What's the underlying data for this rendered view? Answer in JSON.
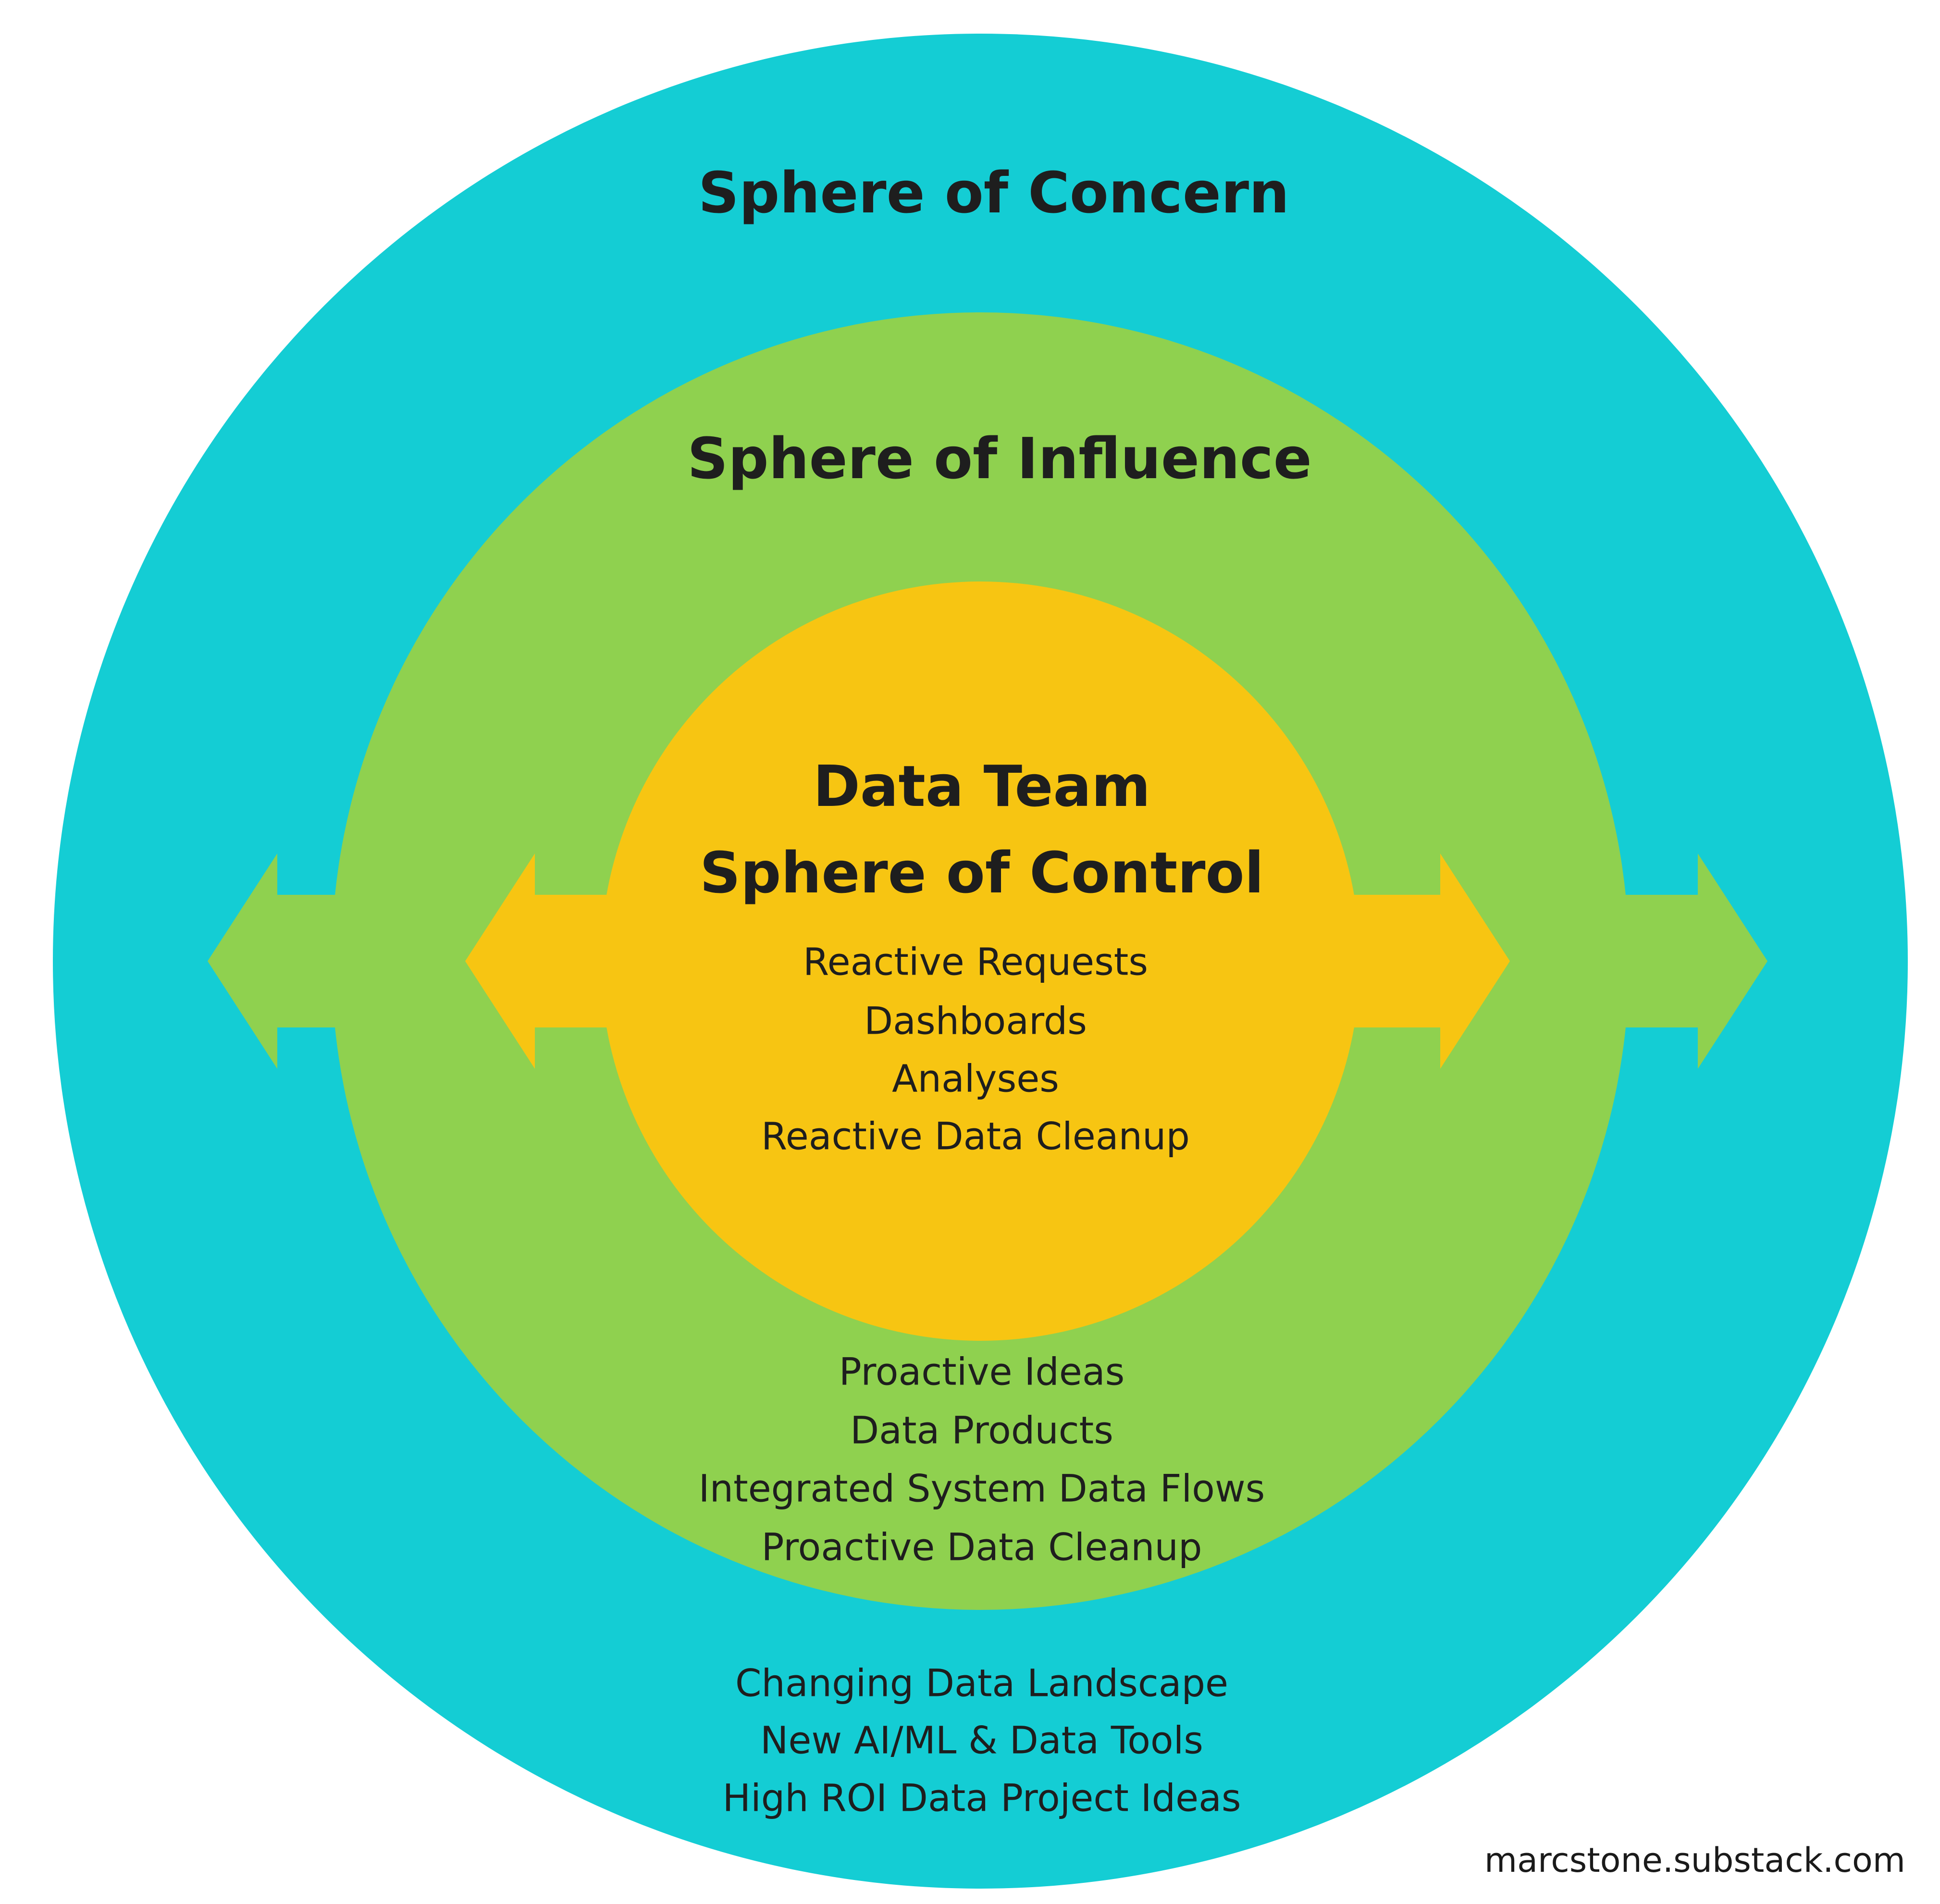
{
  "colors": {
    "concern": "#14cdd4",
    "influence": "#8fd14f",
    "control": "#f7c512",
    "text": "#1e1e1e",
    "background": "#ffffff"
  },
  "concern": {
    "title": "Sphere of Concern",
    "items": [
      "Changing Data Landscape",
      "New AI/ML & Data Tools",
      "High ROI Data Project Ideas"
    ]
  },
  "influence": {
    "title": "Sphere of Influence",
    "items": [
      "Proactive Ideas",
      "Data Products",
      "Integrated System Data Flows",
      "Proactive Data Cleanup"
    ]
  },
  "control": {
    "title_line1": "Data Team",
    "title_line2": "Sphere of Control",
    "items": [
      "Reactive Requests",
      "Dashboards",
      "Analyses",
      "Reactive Data Cleanup"
    ]
  },
  "credit": "marcstone.substack.com"
}
